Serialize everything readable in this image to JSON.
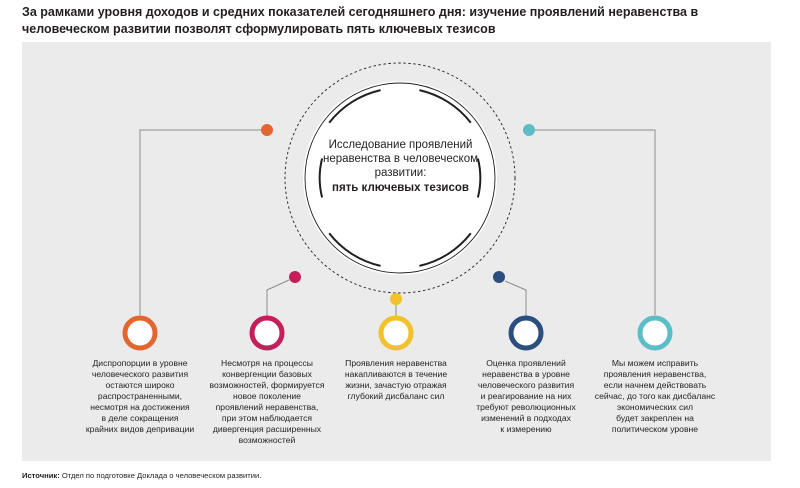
{
  "title": "За рамками уровня доходов и средних показателей сегодняшнего дня: изучение проявлений неравенства в человеческом развитии позволят сформулировать пять ключевых тезисов",
  "center": {
    "line1": "Исследование проявлений",
    "line2": "неравенства в человеческом",
    "line3": "развитии:",
    "bold": "пять ключевых тезисов"
  },
  "colors": {
    "orange": "#e2662f",
    "magenta": "#c41f5a",
    "yellow": "#f2c12e",
    "navy": "#2b4e7e",
    "teal": "#5bbec7",
    "line": "#8c8c8c",
    "panel": "#ebebeb"
  },
  "theses": [
    {
      "color": "orange",
      "lines": [
        "Диспропорции в уровне",
        "человеческого развития",
        "остаются широко",
        "распространенными,",
        "несмотря на достижения",
        "в деле сокращения",
        "крайних видов депривации"
      ]
    },
    {
      "color": "magenta",
      "lines": [
        "Несмотря на процессы",
        "конвергенции базовых",
        "возможностей, формируется",
        "новое поколение",
        "проявлений неравенства,",
        "при этом наблюдается",
        "дивергенция расширенных",
        "возможностей"
      ]
    },
    {
      "color": "yellow",
      "lines": [
        "Проявления неравенства",
        "накапливаются в течение",
        "жизни, зачастую отражая",
        "глубокий дисбаланс сил"
      ]
    },
    {
      "color": "navy",
      "lines": [
        "Оценка проявлений",
        "неравенства в уровне",
        "человеческого развития",
        "и реагирование на них",
        "требуют революционных",
        "изменений в подходах",
        "к измерению"
      ]
    },
    {
      "color": "teal",
      "lines": [
        "Мы можем исправить",
        "проявления неравенства,",
        "если начнем действовать",
        "сейчас, до того как дисбаланс",
        "экономических сил",
        "будет закреплен на",
        "политическом уровне"
      ]
    }
  ],
  "source": {
    "label": "Источник:",
    "text": " Отдел по подготовке Доклада о человеческом развитии."
  }
}
